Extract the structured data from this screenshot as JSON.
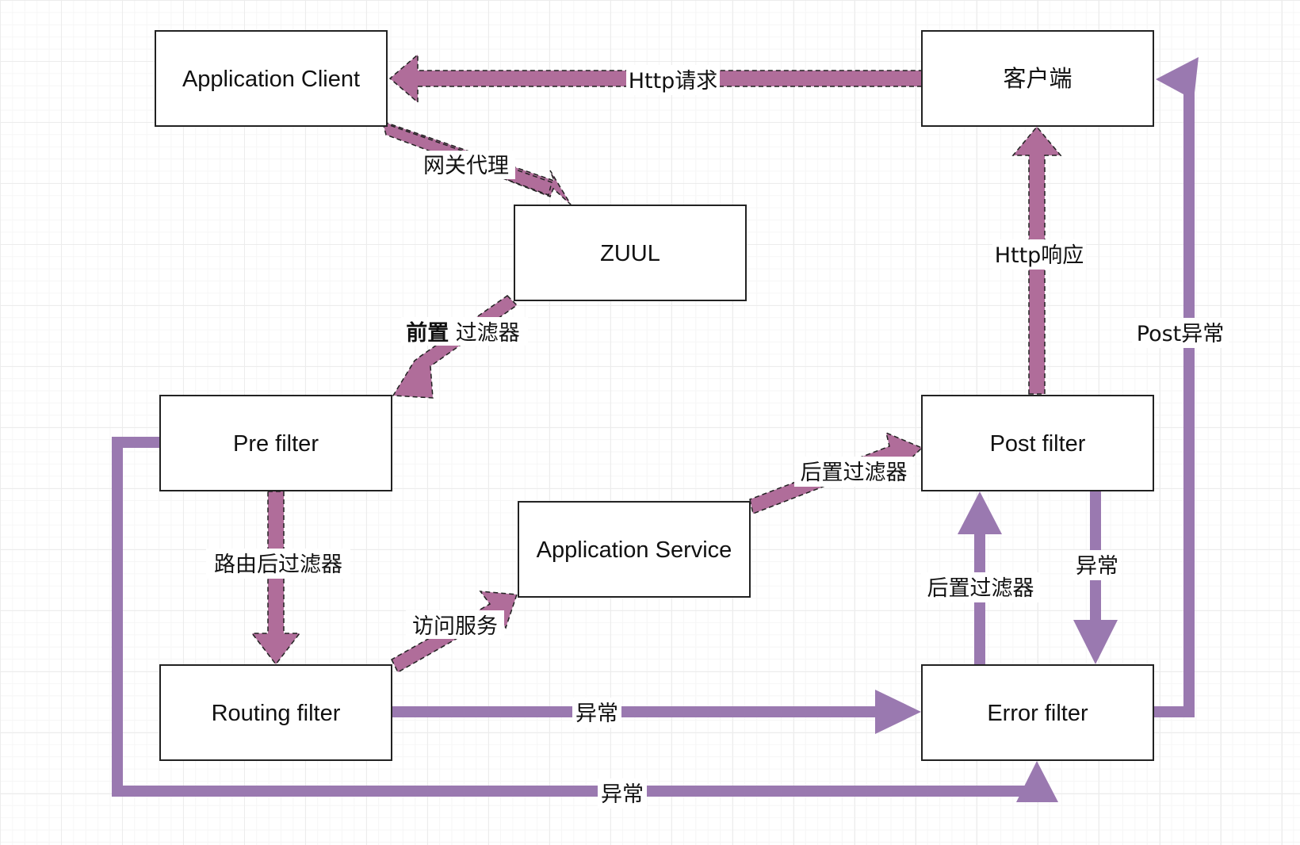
{
  "colors": {
    "pink_arrow": "#b06d9a",
    "purple_arrow": "#9a79b0",
    "box_border": "#222222",
    "box_fill": "#ffffff"
  },
  "nodes": {
    "app_client": "Application Client",
    "client": "客户端",
    "zuul": "ZUUL",
    "pre_filter": "Pre filter",
    "post_filter": "Post filter",
    "app_service": "Application Service",
    "routing_filter": "Routing filter",
    "error_filter": "Error filter"
  },
  "edges": {
    "http_request": "Http请求",
    "gateway_proxy": "网关代理",
    "pre_filter_label_bold": "前置",
    "pre_filter_label_rest": " 过滤器",
    "route_post_filter": "路由后过滤器",
    "access_service": "访问服务",
    "post_filter_1": "后置过滤器",
    "http_response": "Http响应",
    "post_exception": "Post异常",
    "exception_post_error": "异常",
    "post_filter_2": "后置过滤器",
    "exception_routing_error": "异常",
    "exception_pre_error": "异常"
  }
}
